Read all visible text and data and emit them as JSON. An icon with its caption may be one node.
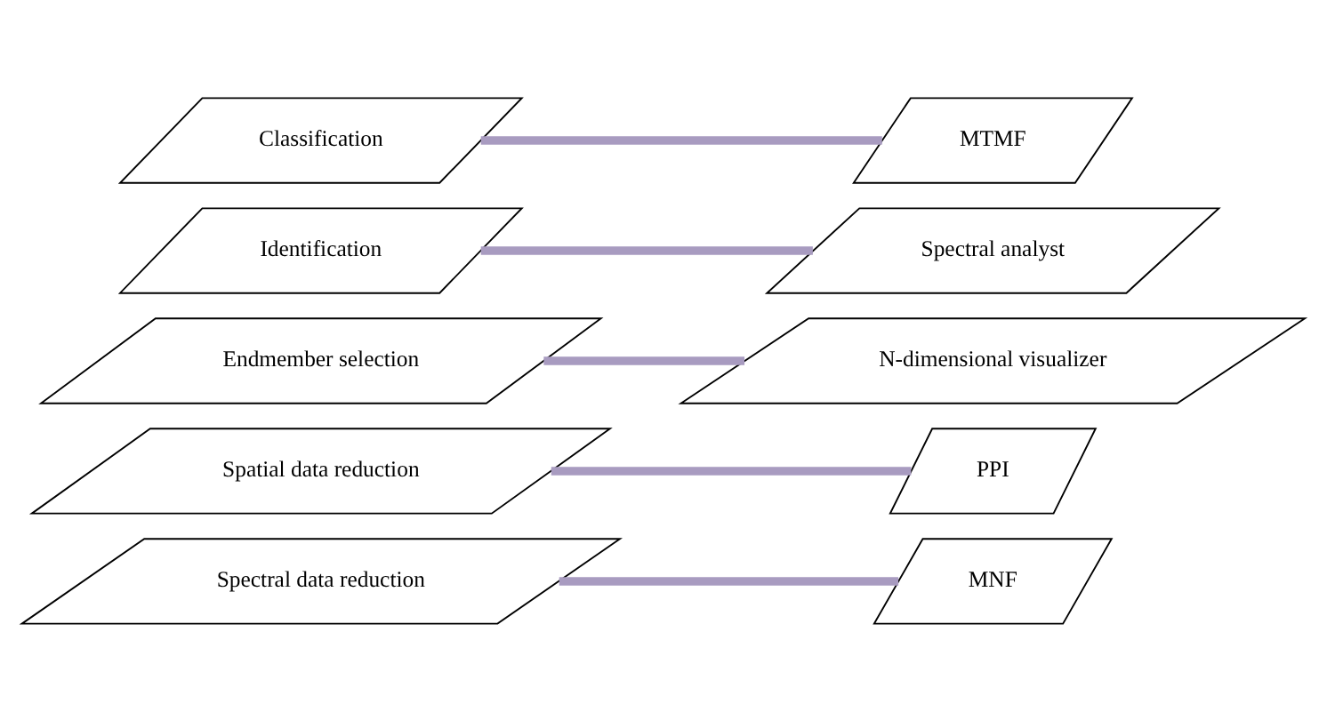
{
  "diagram": {
    "nodes": [
      {
        "text": [
          "Spectral data reduction"
        ]
      },
      {
        "text": [
          "MNF"
        ]
      },
      {
        "text": [
          "Spatial data reduction"
        ]
      },
      {
        "text": [
          "PPI"
        ]
      },
      {
        "text": [
          "Endmember selection"
        ]
      },
      {
        "text": [
          "N-dimensional visualizer"
        ]
      },
      {
        "text": [
          "Identification"
        ]
      },
      {
        "text": [
          "Spectral analyst"
        ]
      },
      {
        "text": [
          "Classification"
        ]
      },
      {
        "text": [
          "MTMF"
        ]
      }
    ],
    "edges": [
      {
        "from": 0,
        "to": 1,
        "arrow": "none"
      },
      {
        "from": 2,
        "to": 3,
        "arrow": "none"
      },
      {
        "from": 4,
        "to": 5,
        "arrow": "none"
      },
      {
        "from": 6,
        "to": 7,
        "arrow": "none"
      },
      {
        "from": 8,
        "to": 9,
        "arrow": "none"
      }
    ]
  }
}
